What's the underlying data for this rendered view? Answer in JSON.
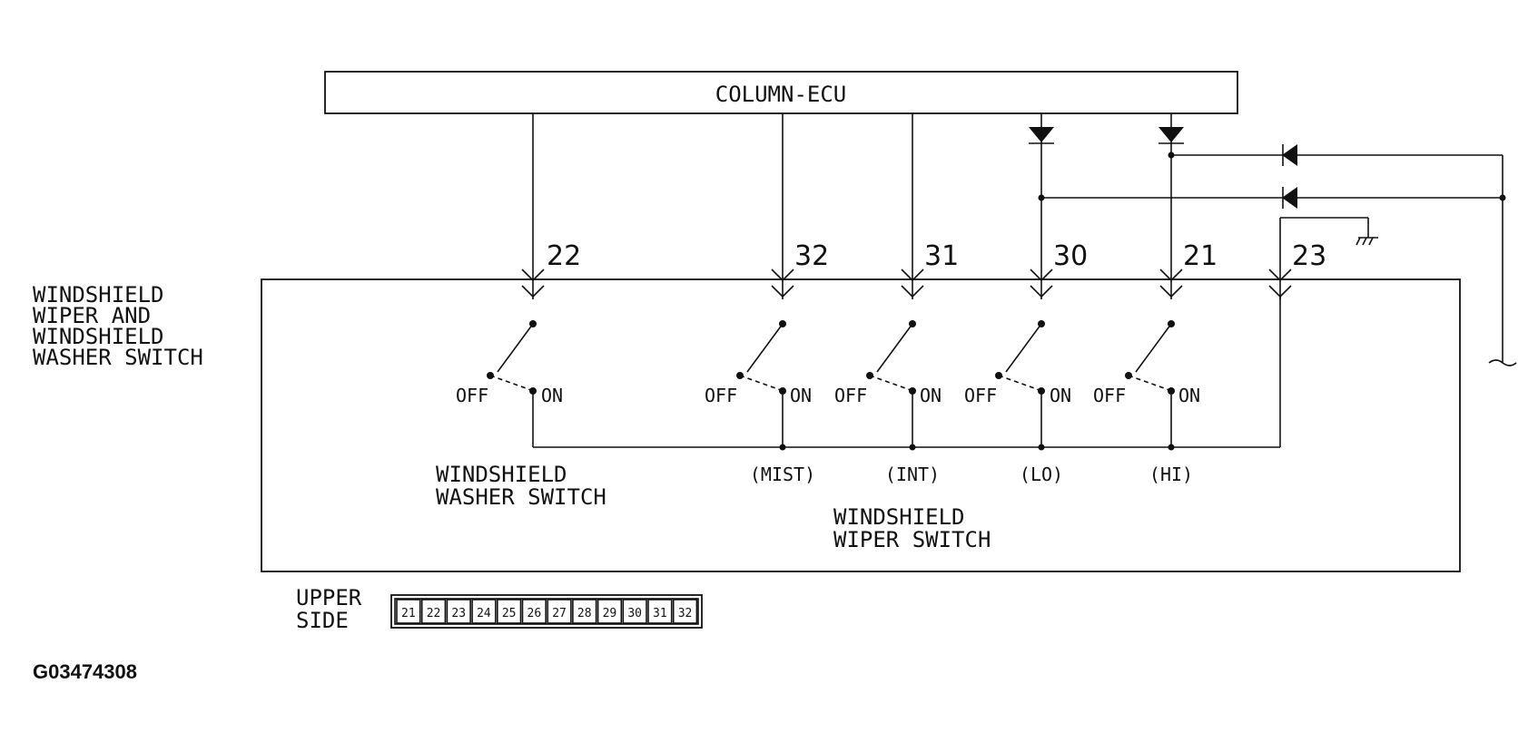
{
  "ecu_label": "COLUMN-ECU",
  "switch_assembly_label": [
    "WINDSHIELD",
    "WIPER AND",
    "WINDSHIELD",
    "WASHER SWITCH"
  ],
  "washer_switch_label": [
    "WINDSHIELD",
    "WASHER SWITCH"
  ],
  "wiper_switch_label": [
    "WINDSHIELD",
    "WIPER SWITCH"
  ],
  "switches": [
    {
      "pin": "22",
      "off": "OFF",
      "on": "ON",
      "mode": ""
    },
    {
      "pin": "32",
      "off": "OFF",
      "on": "ON",
      "mode": "(MIST)"
    },
    {
      "pin": "31",
      "off": "OFF",
      "on": "ON",
      "mode": "(INT)"
    },
    {
      "pin": "30",
      "off": "OFF",
      "on": "ON",
      "mode": "(LO)"
    },
    {
      "pin": "21",
      "off": "OFF",
      "on": "ON",
      "mode": "(HI)"
    }
  ],
  "extra_pin": "23",
  "connector": {
    "side_label": [
      "UPPER",
      "SIDE"
    ],
    "cells": [
      "21",
      "22",
      "23",
      "24",
      "25",
      "26",
      "27",
      "28",
      "29",
      "30",
      "31",
      "32"
    ]
  },
  "figure_id": "G03474308"
}
